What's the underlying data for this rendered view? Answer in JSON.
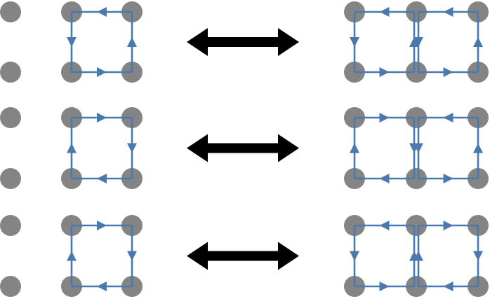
{
  "colors": {
    "background": "#ffffff",
    "node": "#848484",
    "loop": "#4a79ad",
    "equivalence_arrow": "#000000"
  },
  "rows": [
    {
      "left_loop": "counterclockwise",
      "right_loops": [
        "counterclockwise",
        "counterclockwise"
      ]
    },
    {
      "left_loop": "clockwise",
      "right_loops": [
        "clockwise",
        "counterclockwise"
      ]
    },
    {
      "left_loop": "clockwise",
      "right_loops": [
        "counterclockwise",
        "clockwise"
      ]
    }
  ],
  "connector_icon": "double-headed-arrow"
}
